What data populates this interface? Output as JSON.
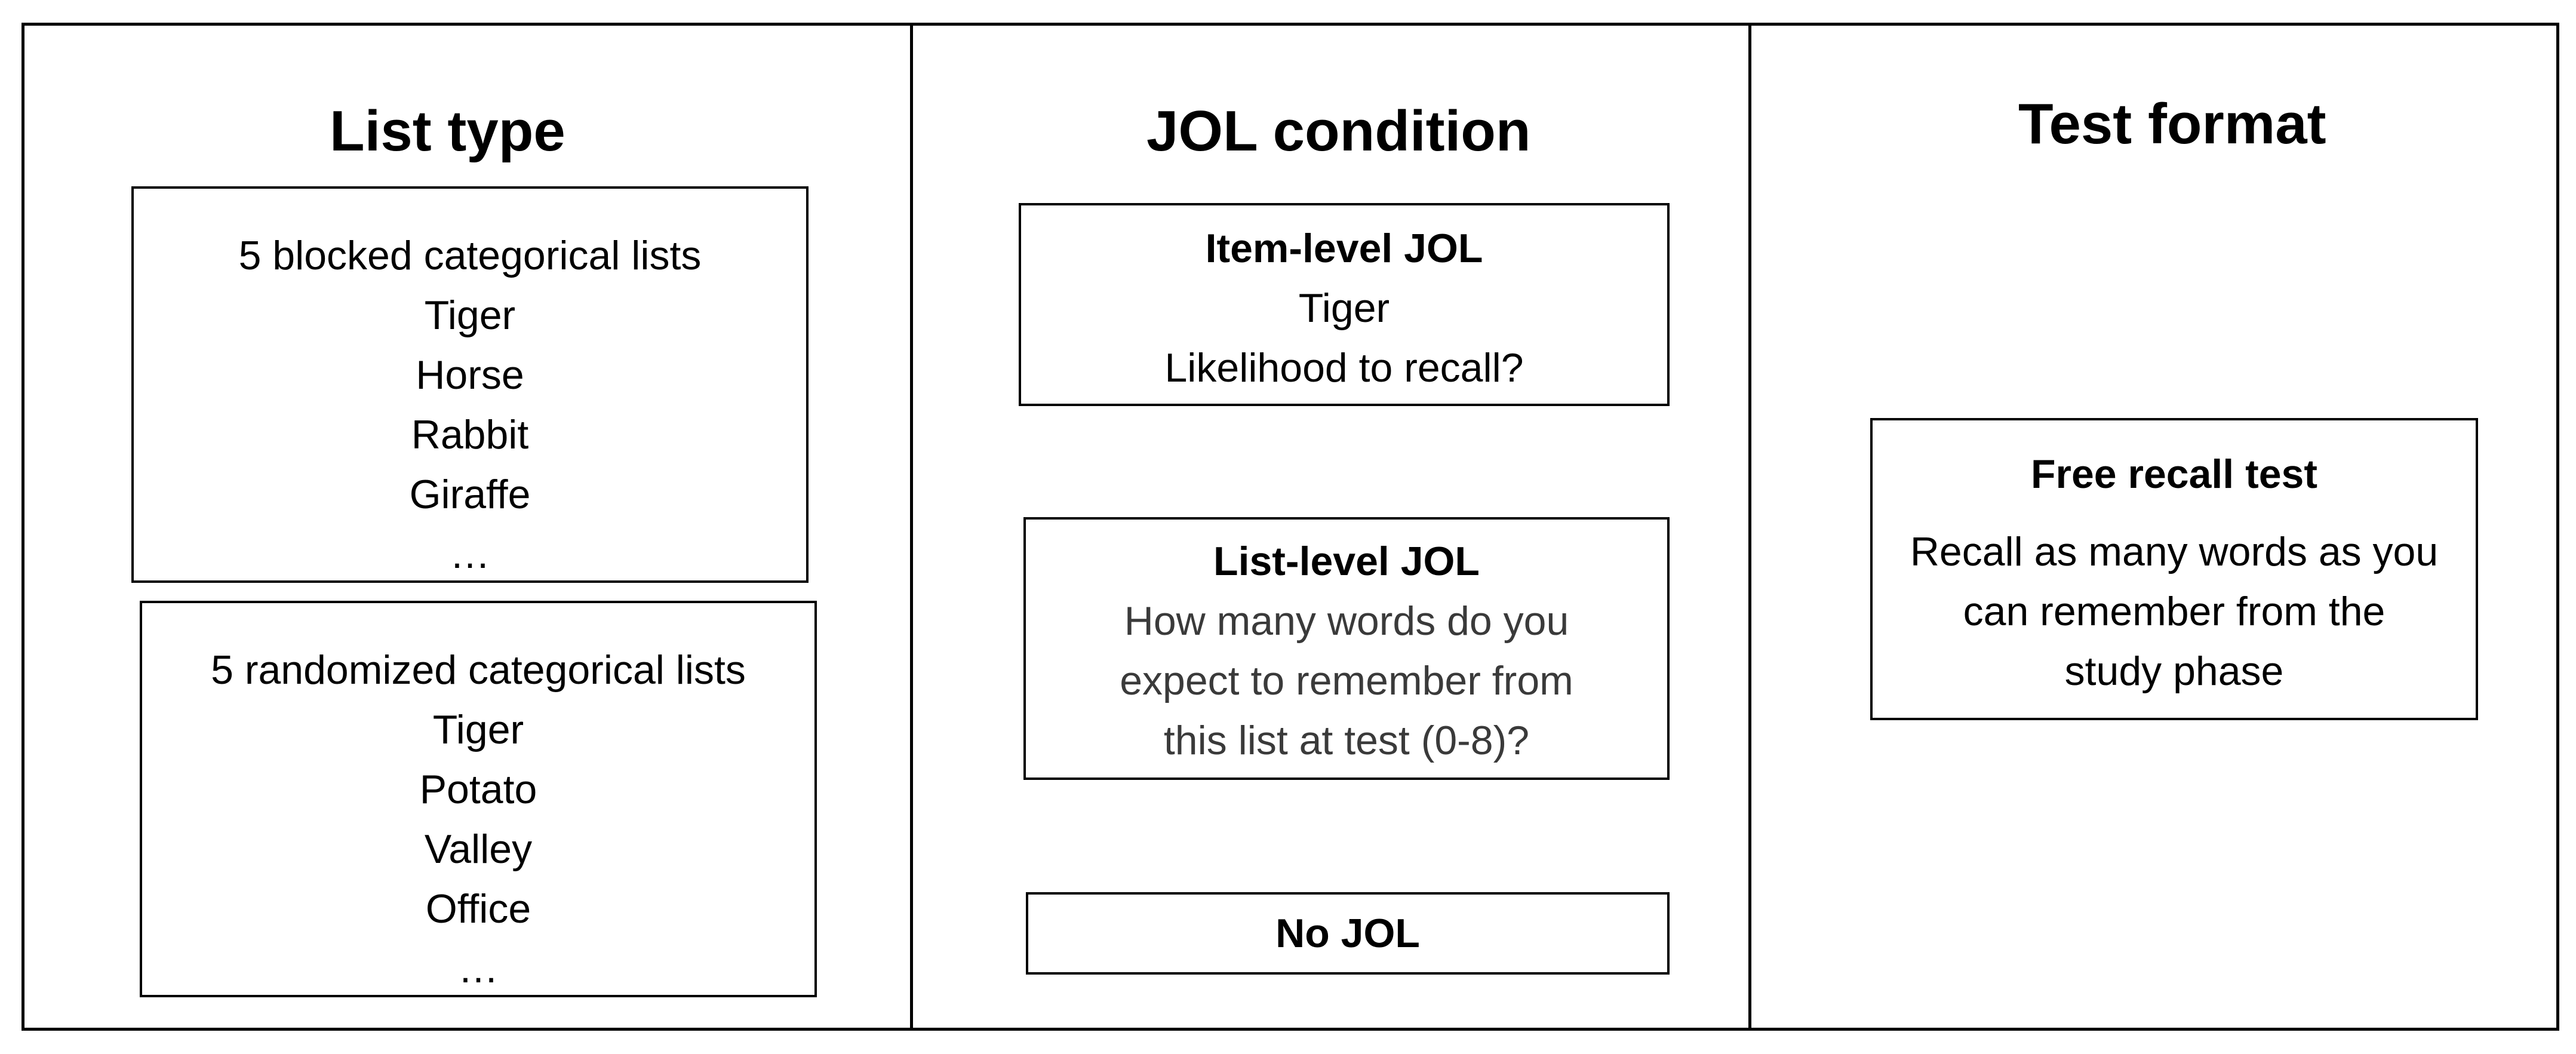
{
  "columns": {
    "list_type": {
      "title": "List type",
      "blocked": {
        "title": "5 blocked categorical lists",
        "items": [
          "Tiger",
          "Horse",
          "Rabbit",
          "Giraffe",
          "…"
        ]
      },
      "randomized": {
        "title": "5 randomized categorical lists",
        "items": [
          "Tiger",
          "Potato",
          "Valley",
          "Office",
          "…"
        ]
      }
    },
    "jol_condition": {
      "title": "JOL condition",
      "item_level": {
        "heading": "Item-level JOL",
        "lines": [
          "Tiger",
          "Likelihood to recall?"
        ]
      },
      "list_level": {
        "heading": "List-level JOL",
        "lines": [
          "How many words do you",
          "expect to remember from",
          "this list at test (0-8)?"
        ]
      },
      "no_jol": {
        "heading": "No JOL"
      }
    },
    "test_format": {
      "title": "Test format",
      "free_recall": {
        "heading": "Free recall test",
        "lines": [
          "Recall as many words as you",
          "can remember from the",
          "study phase"
        ]
      }
    }
  }
}
